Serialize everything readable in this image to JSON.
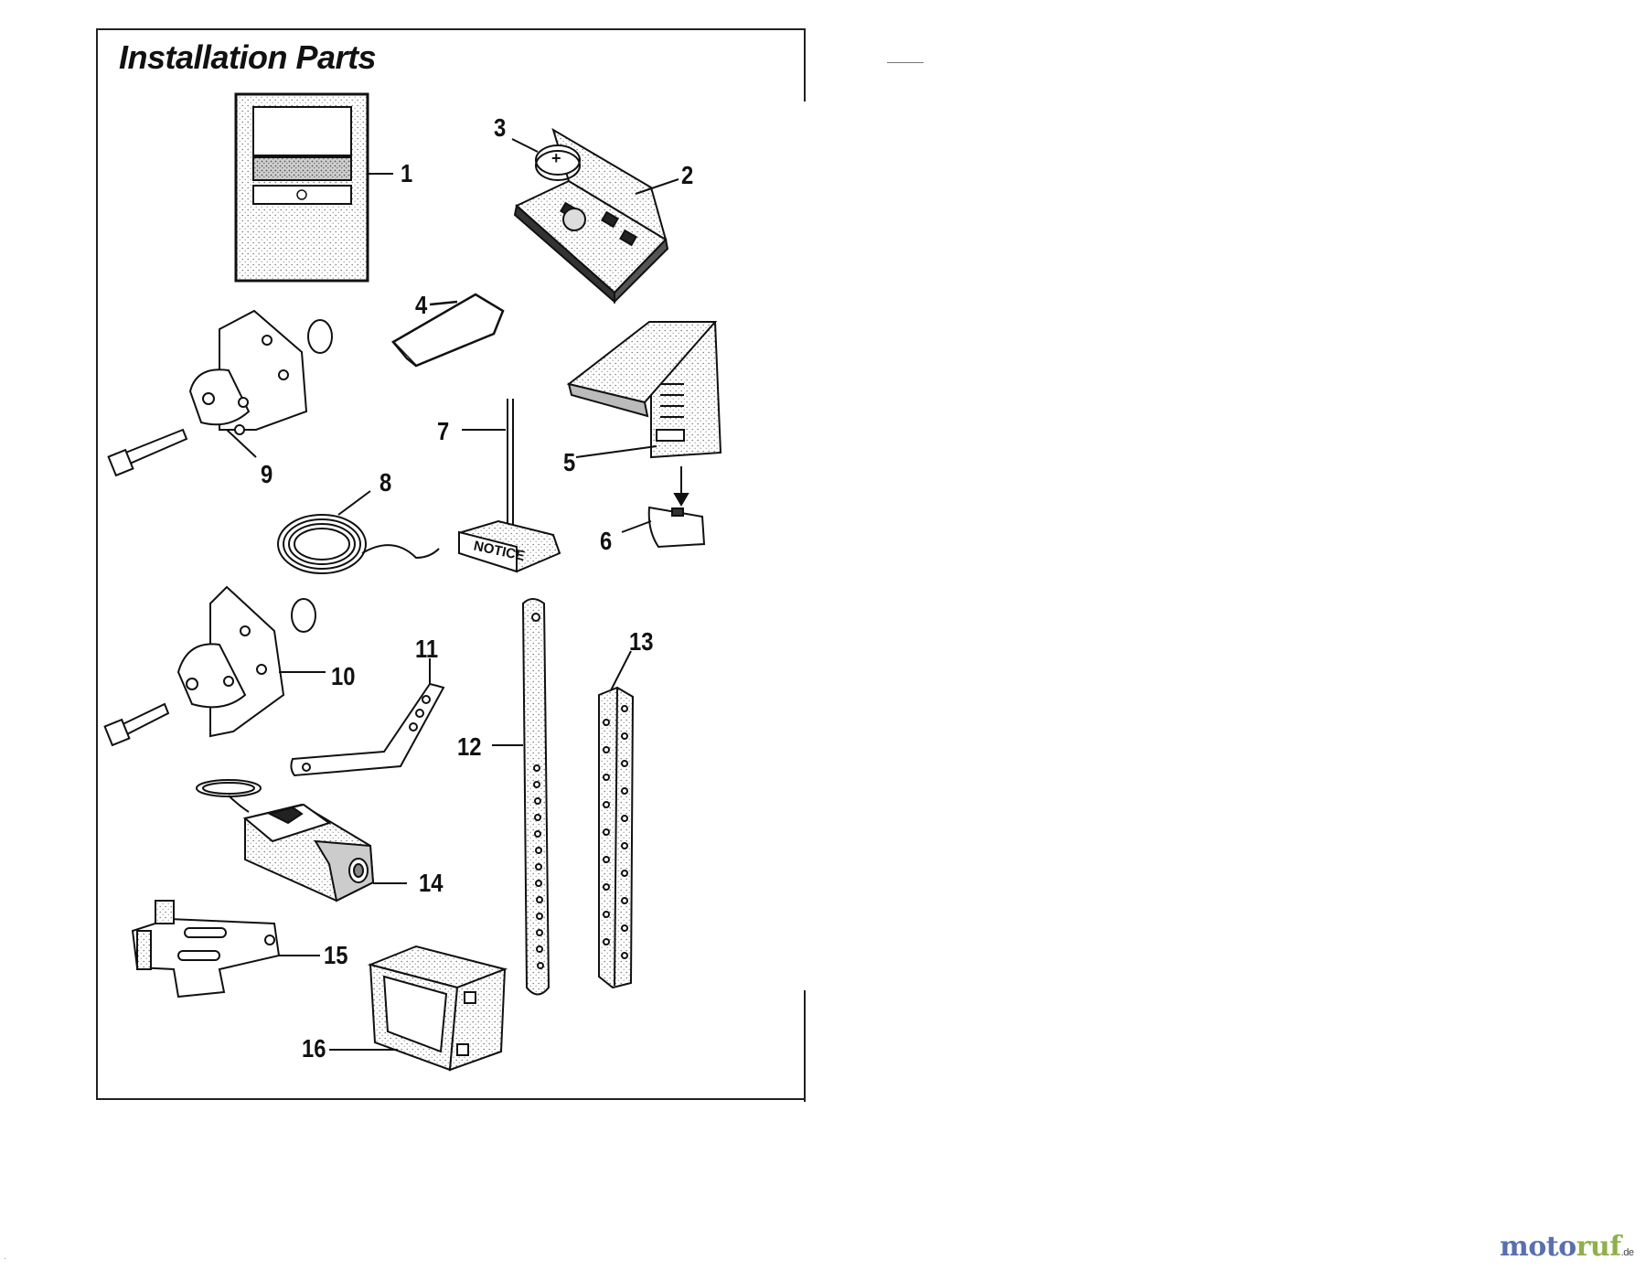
{
  "title": "Installation Parts",
  "callouts": {
    "p1": "1",
    "p2": "2",
    "p3": "3",
    "p4": "4",
    "p5": "5",
    "p6": "6",
    "p7": "7",
    "p8": "8",
    "p9": "9",
    "p10": "10",
    "p11": "11",
    "p12": "12",
    "p13": "13",
    "p14": "14",
    "p15": "15",
    "p16": "16"
  },
  "labels": {
    "notice": "NOTICE",
    "battery_plus": "+"
  },
  "watermark": {
    "part_a": "moto",
    "part_b": "ruf",
    "tld": ".de"
  },
  "corner_mark": "·",
  "colors": {
    "line": "#111111",
    "stipple": "#9a9a9a",
    "watermark_blue": "#5a6fb0",
    "watermark_green": "#8fb04a"
  }
}
